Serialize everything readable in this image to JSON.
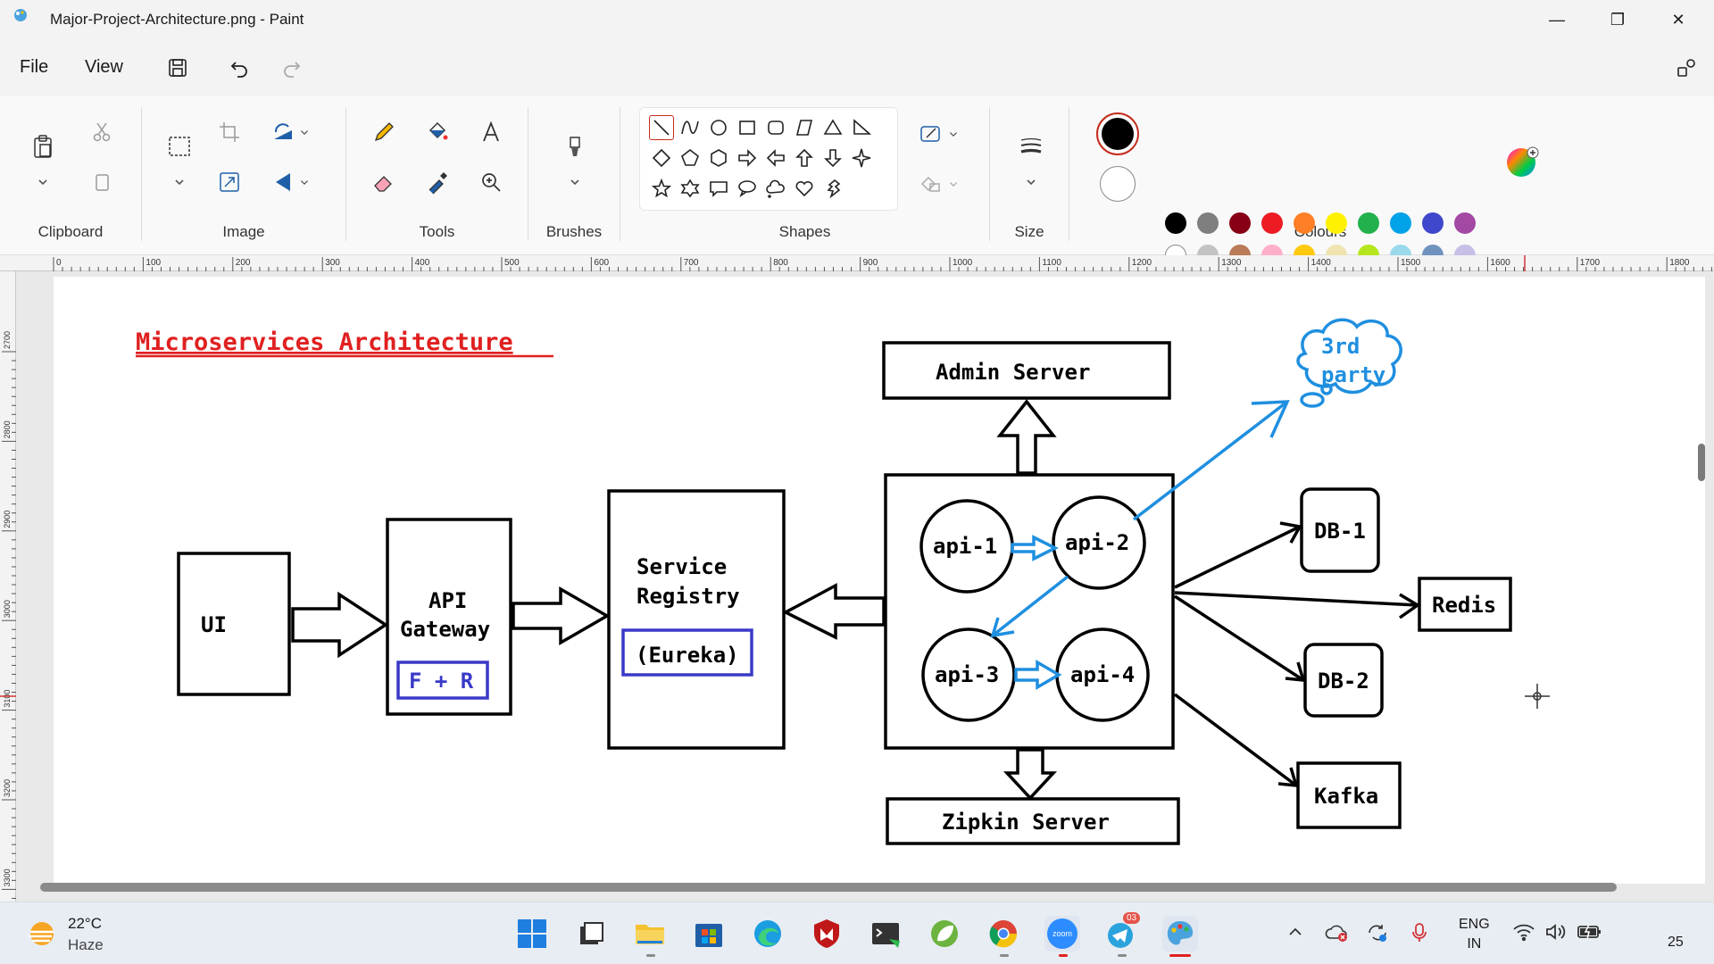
{
  "window": {
    "title": "Major-Project-Architecture.png - Paint",
    "minimize_glyph": "—",
    "maximize_glyph": "❐",
    "close_glyph": "✕"
  },
  "menu": {
    "file": "File",
    "view": "View"
  },
  "ribbon": {
    "groups": {
      "clipboard": "Clipboard",
      "image": "Image",
      "tools": "Tools",
      "brushes": "Brushes",
      "shapes": "Shapes",
      "size": "Size",
      "colours": "Colours"
    },
    "colours_row1": [
      "#000000",
      "#7f7f7f",
      "#880015",
      "#ed1c24",
      "#ff7f27",
      "#fff200",
      "#22b14c",
      "#00a2e8",
      "#3f48cc",
      "#a349a4"
    ],
    "colours_row2": [
      "#ffffff",
      "#c3c3c3",
      "#b97a57",
      "#ffaec9",
      "#ffc90e",
      "#efe4b0",
      "#b5e61d",
      "#99d9ea",
      "#7092be",
      "#c8bfe7"
    ],
    "primary_colour": "#000000",
    "secondary_colour": "#ffffff"
  },
  "ruler": {
    "horizontal": [
      "0",
      "100",
      "200",
      "300",
      "400",
      "500",
      "600",
      "700",
      "800",
      "900",
      "1000",
      "1100",
      "1200",
      "1300",
      "1400",
      "1500",
      "1600",
      "1700",
      "1800"
    ],
    "vertical": [
      "2700",
      "2800",
      "2900",
      "3000",
      "3100",
      "3200",
      "3300"
    ]
  },
  "diagram": {
    "title": "Microservices Architecture",
    "ui": "UI",
    "api_gateway_1": "API",
    "api_gateway_2": "Gateway",
    "fr": "F + R",
    "service_registry_1": "Service",
    "service_registry_2": "Registry",
    "eureka": "(Eureka)",
    "admin_server": "Admin Server",
    "zipkin_server": "Zipkin Server",
    "api1": "api-1",
    "api2": "api-2",
    "api3": "api-3",
    "api4": "api-4",
    "third_party_1": "3rd",
    "third_party_2": "party",
    "db1": "DB-1",
    "redis": "Redis",
    "db2": "DB-2",
    "kafka": "Kafka"
  },
  "taskbar": {
    "temperature": "22°C",
    "weather": "Haze",
    "lang_1": "ENG",
    "lang_2": "IN",
    "clock": "25",
    "telegram_badge": "03",
    "zoom_label": "zoom"
  }
}
